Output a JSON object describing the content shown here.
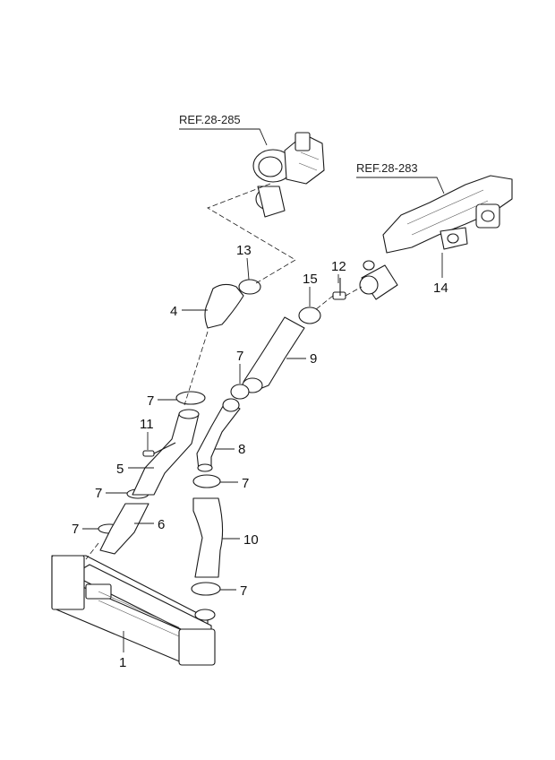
{
  "references": [
    {
      "id": "ref-turbo",
      "text": "REF.28-285"
    },
    {
      "id": "ref-manifold",
      "text": "REF.28-283"
    }
  ],
  "callouts": [
    "1",
    "4",
    "5",
    "6",
    "7",
    "8",
    "9",
    "10",
    "11",
    "12",
    "13",
    "14",
    "15"
  ]
}
